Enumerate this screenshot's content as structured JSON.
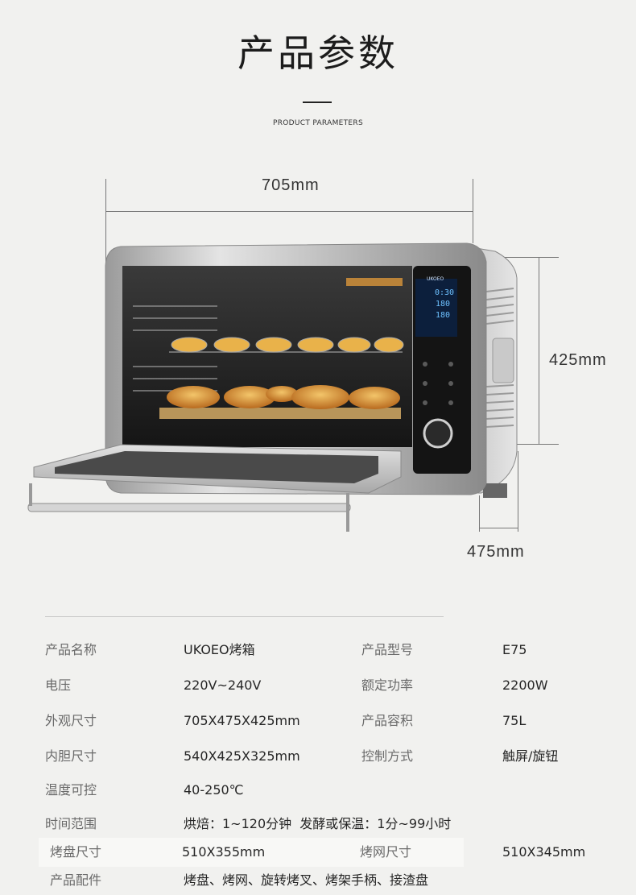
{
  "header": {
    "title": "产品参数",
    "subtitle": "PRODUCT PARAMETERS"
  },
  "dimensions": {
    "width": "705mm",
    "height": "425mm",
    "depth": "475mm"
  },
  "display": {
    "brand": "UKOEO",
    "time": "0:30",
    "temp1": "180",
    "temp2": "180"
  },
  "specs": [
    {
      "label1": "产品名称",
      "value1": "UKOEO烤箱",
      "label2": "产品型号",
      "value2": "E75"
    },
    {
      "label1": "电压",
      "value1": "220V~240V",
      "label2": "额定功率",
      "value2": "2200W"
    },
    {
      "label1": "外观尺寸",
      "value1": "705X475X425mm",
      "label2": "产品容积",
      "value2": "75L"
    },
    {
      "label1": "内胆尺寸",
      "value1": "540X425X325mm",
      "label2": "控制方式",
      "value2": "触屏/旋钮"
    },
    {
      "label1": "温度可控",
      "value1": "40-250℃",
      "label2": "",
      "value2": ""
    },
    {
      "label1": "时间范围",
      "value1": "烘焙：1~120分钟  发酵或保温：1分~99小时",
      "label2": "",
      "value2": ""
    },
    {
      "label1": "烤盘尺寸",
      "value1": "510X355mm",
      "label2": "烤网尺寸",
      "value2": "510X345mm"
    },
    {
      "label1": "产品配件",
      "value1": "烤盘、烤网、旋转烤叉、烤架手柄、接渣盘",
      "label2": "",
      "value2": ""
    }
  ]
}
